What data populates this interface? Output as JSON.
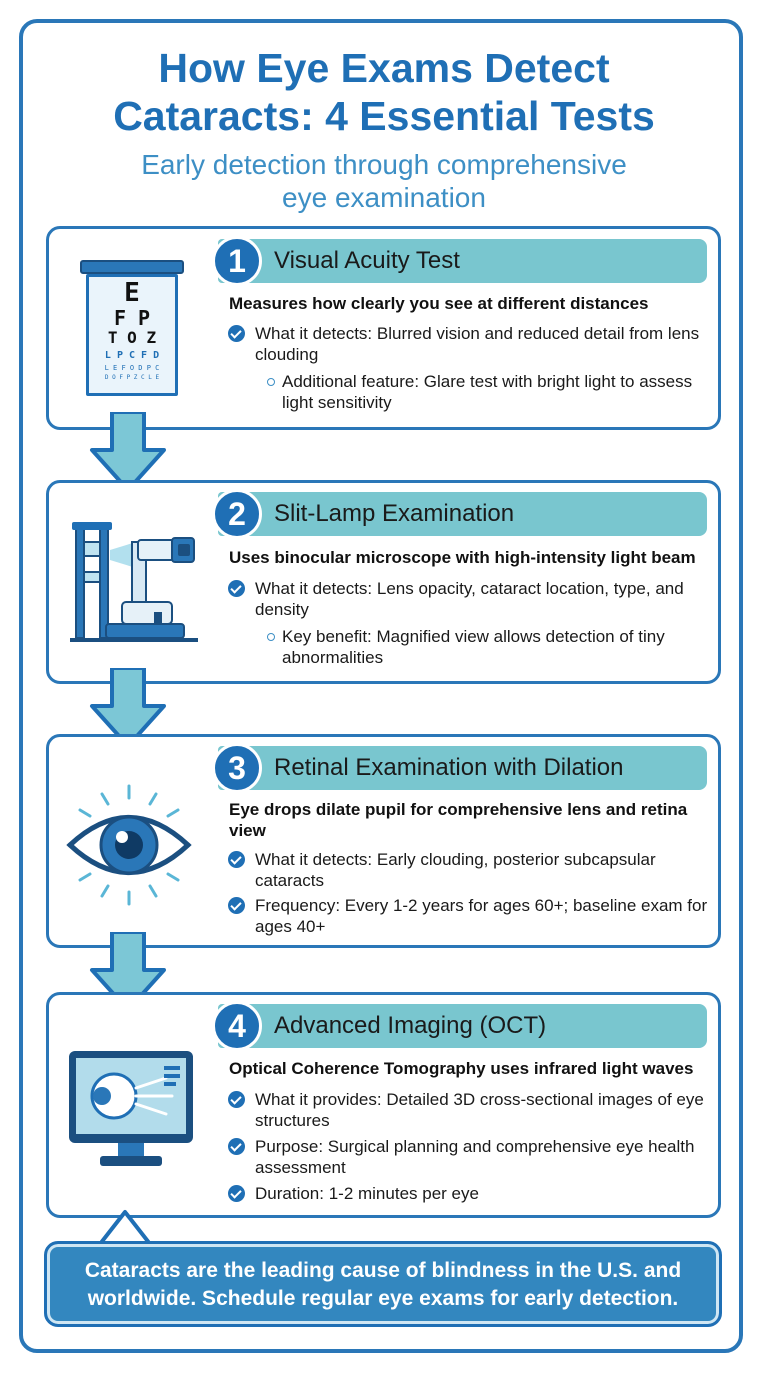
{
  "header": {
    "title_line1": "How Eye Exams Detect",
    "title_line2": "Cataracts: 4 Essential Tests",
    "subtitle_line1": "Early detection through comprehensive",
    "subtitle_line2": "eye examination"
  },
  "tests": [
    {
      "number": "1",
      "title": "Visual Acuity Test",
      "icon": "eye-chart-icon",
      "lead": "Measures how clearly you see at different distances",
      "bullets": [
        "What it detects: Blurred vision and reduced detail from lens clouding"
      ],
      "sub_bullets": [
        "Additional feature: Glare test with bright light to assess light sensitivity"
      ],
      "chart_rows": [
        "E",
        "F P",
        "T O Z",
        "L P C F D",
        "L E F O D P C",
        "D O F P Z C L E"
      ]
    },
    {
      "number": "2",
      "title": "Slit-Lamp Examination",
      "icon": "slit-lamp-icon",
      "lead": "Uses binocular microscope with high-intensity light beam",
      "bullets": [
        "What it detects: Lens opacity, cataract location, type, and density"
      ],
      "sub_bullets": [
        "Key benefit: Magnified view allows detection of tiny abnormalities"
      ]
    },
    {
      "number": "3",
      "title": "Retinal Examination with Dilation",
      "icon": "eye-icon",
      "lead": "Eye drops dilate pupil for comprehensive lens and retina view",
      "bullets": [
        "What it detects: Early clouding, posterior subcapsular cataracts",
        "Frequency: Every 1-2 years for ages 60+; baseline exam for ages 40+"
      ],
      "sub_bullets": []
    },
    {
      "number": "4",
      "title": "Advanced Imaging (OCT)",
      "icon": "oct-monitor-icon",
      "lead": "Optical Coherence Tomography uses infrared light waves",
      "bullets": [
        "What it provides: Detailed 3D cross-sectional images of eye structures",
        "Purpose: Surgical planning and comprehensive eye health assessment",
        "Duration: 1-2 minutes per eye"
      ],
      "sub_bullets": []
    }
  ],
  "footer": {
    "line1": "Cataracts are the leading cause of blindness in the U.S. and",
    "line2": "worldwide. Schedule regular eye exams for early detection."
  },
  "colors": {
    "primary": "#1f6fb5",
    "banner": "#79c6cf",
    "arrow_light": "#7cc7d6",
    "footer_bg": "#3387bf"
  }
}
